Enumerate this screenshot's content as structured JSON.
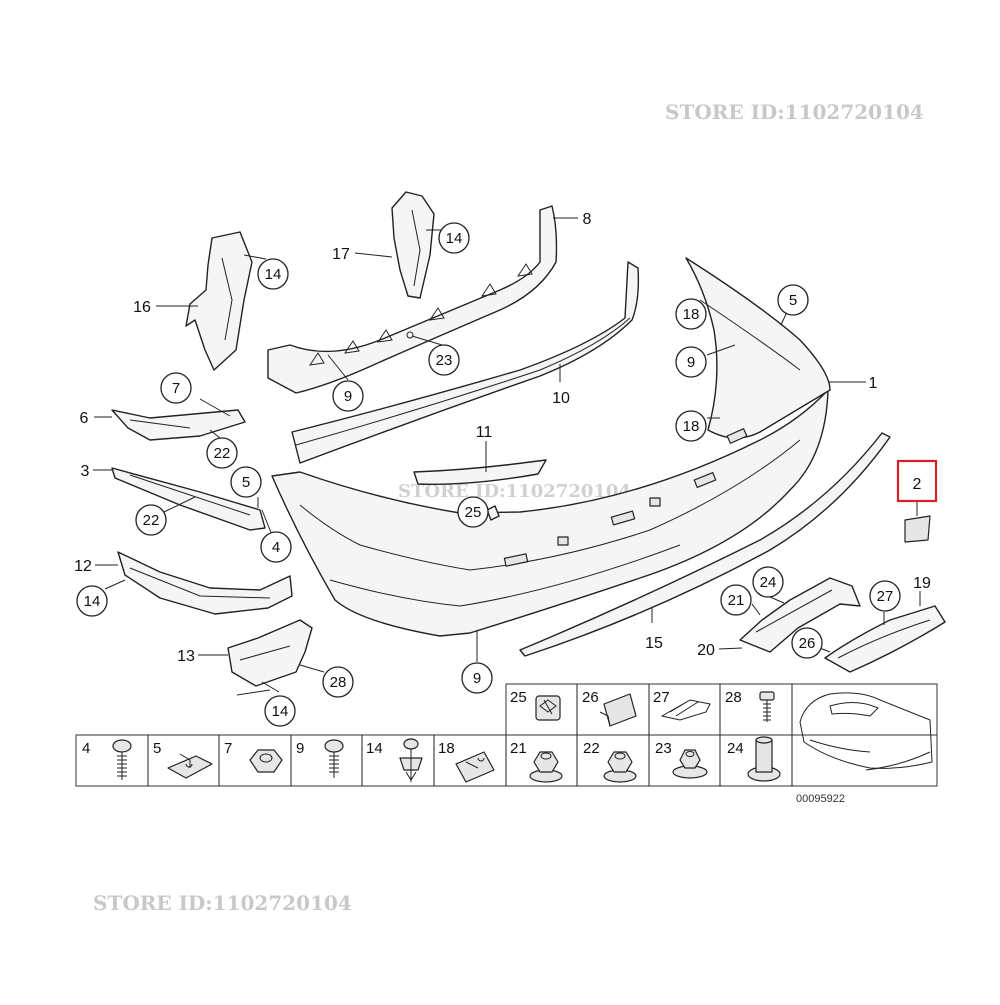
{
  "watermarks": {
    "top_right": "STORE ID:1102720104",
    "center": "STORE ID:1102720104",
    "bottom_left": "STORE ID:1102720104"
  },
  "callouts": [
    {
      "label": "1",
      "style": "plain"
    },
    {
      "label": "2",
      "style": "highlighted"
    },
    {
      "label": "3",
      "style": "plain"
    },
    {
      "label": "4",
      "style": "circle"
    },
    {
      "label": "5",
      "style": "circle"
    },
    {
      "label": "5",
      "style": "circle"
    },
    {
      "label": "6",
      "style": "plain"
    },
    {
      "label": "7",
      "style": "circle"
    },
    {
      "label": "8",
      "style": "plain"
    },
    {
      "label": "9",
      "style": "circle"
    },
    {
      "label": "9",
      "style": "circle"
    },
    {
      "label": "9",
      "style": "circle"
    },
    {
      "label": "10",
      "style": "plain"
    },
    {
      "label": "11",
      "style": "plain"
    },
    {
      "label": "12",
      "style": "plain"
    },
    {
      "label": "13",
      "style": "plain"
    },
    {
      "label": "14",
      "style": "circle"
    },
    {
      "label": "14",
      "style": "circle"
    },
    {
      "label": "14",
      "style": "circle"
    },
    {
      "label": "14",
      "style": "circle"
    },
    {
      "label": "15",
      "style": "plain"
    },
    {
      "label": "16",
      "style": "plain"
    },
    {
      "label": "17",
      "style": "plain"
    },
    {
      "label": "18",
      "style": "circle"
    },
    {
      "label": "18",
      "style": "circle"
    },
    {
      "label": "19",
      "style": "plain"
    },
    {
      "label": "20",
      "style": "plain"
    },
    {
      "label": "21",
      "style": "circle"
    },
    {
      "label": "22",
      "style": "circle"
    },
    {
      "label": "22",
      "style": "circle"
    },
    {
      "label": "23",
      "style": "circle"
    },
    {
      "label": "24",
      "style": "circle"
    },
    {
      "label": "25",
      "style": "circle"
    },
    {
      "label": "26",
      "style": "circle"
    },
    {
      "label": "27",
      "style": "circle"
    },
    {
      "label": "28",
      "style": "circle"
    }
  ],
  "legend": {
    "top_row": [
      {
        "label": "25",
        "icon": "clip-icon"
      },
      {
        "label": "26",
        "icon": "clip-icon"
      },
      {
        "label": "27",
        "icon": "wire-clip-icon"
      },
      {
        "label": "28",
        "icon": "screw-icon"
      }
    ],
    "bottom_row": [
      {
        "label": "4",
        "icon": "screw-icon"
      },
      {
        "label": "5",
        "icon": "clip-nut-icon"
      },
      {
        "label": "7",
        "icon": "hex-nut-icon"
      },
      {
        "label": "9",
        "icon": "screw-icon"
      },
      {
        "label": "14",
        "icon": "expanding-rivet-icon"
      },
      {
        "label": "18",
        "icon": "clip-nut-icon"
      },
      {
        "label": "21",
        "icon": "flange-nut-icon"
      },
      {
        "label": "22",
        "icon": "flange-nut-icon"
      },
      {
        "label": "23",
        "icon": "flange-nut-icon"
      },
      {
        "label": "24",
        "icon": "collar-nut-icon"
      }
    ],
    "vehicle_icon": "car-icon"
  },
  "diagram_number": "00095922",
  "colors": {
    "highlight": "#d61f26",
    "line": "#222222",
    "watermark": "#c8c8c8"
  }
}
